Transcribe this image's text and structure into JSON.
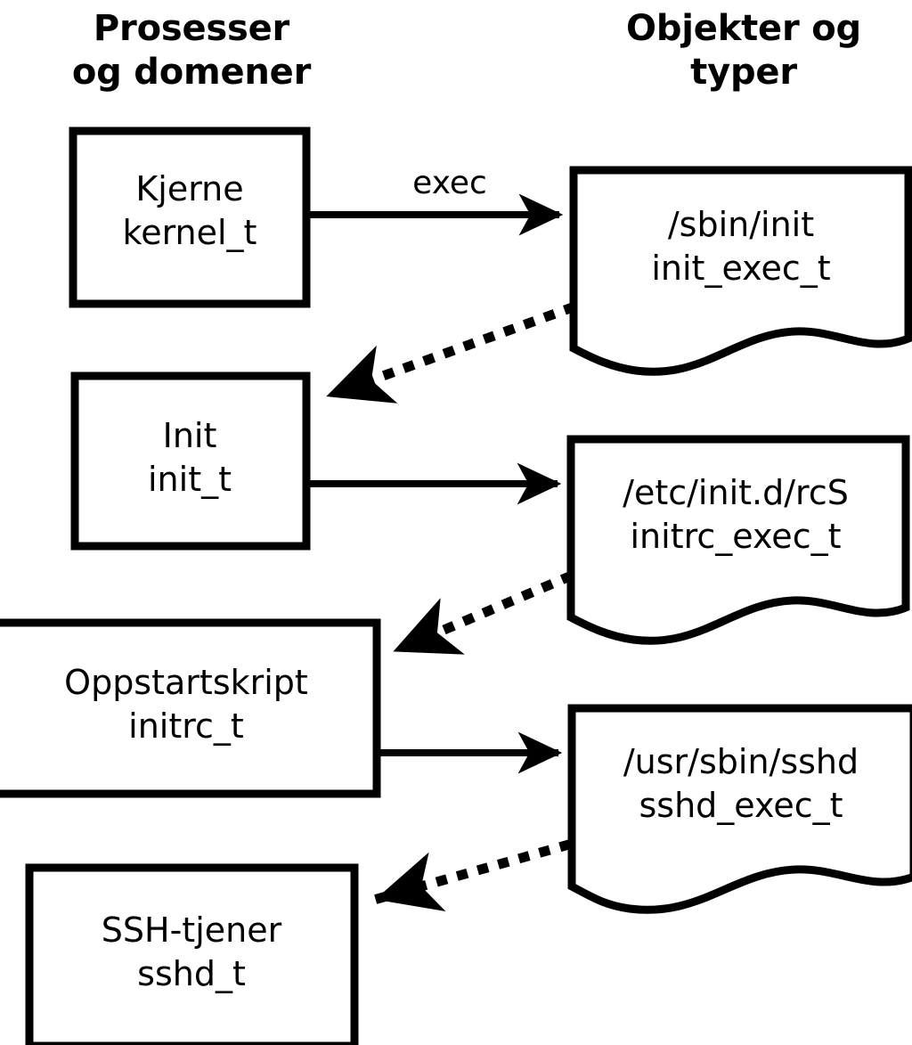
{
  "diagram": {
    "title_left": "Prosesser\nog domener",
    "title_right": "Objekter og\ntyper",
    "stroke_color": "#000000",
    "fill_color": "#ffffff",
    "processes": [
      {
        "id": "kernel",
        "name": "Kjerne",
        "type": "kernel_t",
        "label": "Kjerne\nkernel_t"
      },
      {
        "id": "init",
        "name": "Init",
        "type": "init_t",
        "label": "Init\ninit_t"
      },
      {
        "id": "initrc",
        "name": "Oppstartskript",
        "type": "initrc_t",
        "label": "Oppstartskript\ninitrc_t"
      },
      {
        "id": "sshd",
        "name": "SSH-tjener",
        "type": "sshd_t",
        "label": "SSH-tjener\nsshd_t"
      }
    ],
    "objects": [
      {
        "id": "init_exec",
        "path": "/sbin/init",
        "type": "init_exec_t",
        "label": "/sbin/init\ninit_exec_t"
      },
      {
        "id": "initrc_exec",
        "path": "/etc/init.d/rcS",
        "type": "initrc_exec_t",
        "label": "/etc/init.d/rcS\ninitrc_exec_t"
      },
      {
        "id": "sshd_exec",
        "path": "/usr/sbin/sshd",
        "type": "sshd_exec_t",
        "label": "/usr/sbin/sshd\nsshd_exec_t"
      }
    ],
    "edges": [
      {
        "id": "exec-kernel-init",
        "from": "kernel",
        "to": "init_exec",
        "style": "solid",
        "label": "exec"
      },
      {
        "id": "trans-init-exec-init",
        "from": "init_exec",
        "to": "init",
        "style": "dotted",
        "label": ""
      },
      {
        "id": "exec-init-initrc",
        "from": "init",
        "to": "initrc_exec",
        "style": "solid",
        "label": ""
      },
      {
        "id": "trans-initrc-exec",
        "from": "initrc_exec",
        "to": "initrc",
        "style": "dotted",
        "label": ""
      },
      {
        "id": "exec-initrc-sshd",
        "from": "initrc",
        "to": "sshd_exec",
        "style": "solid",
        "label": ""
      },
      {
        "id": "trans-sshd-exec-sshd",
        "from": "sshd_exec",
        "to": "sshd",
        "style": "dotted",
        "label": ""
      }
    ]
  }
}
